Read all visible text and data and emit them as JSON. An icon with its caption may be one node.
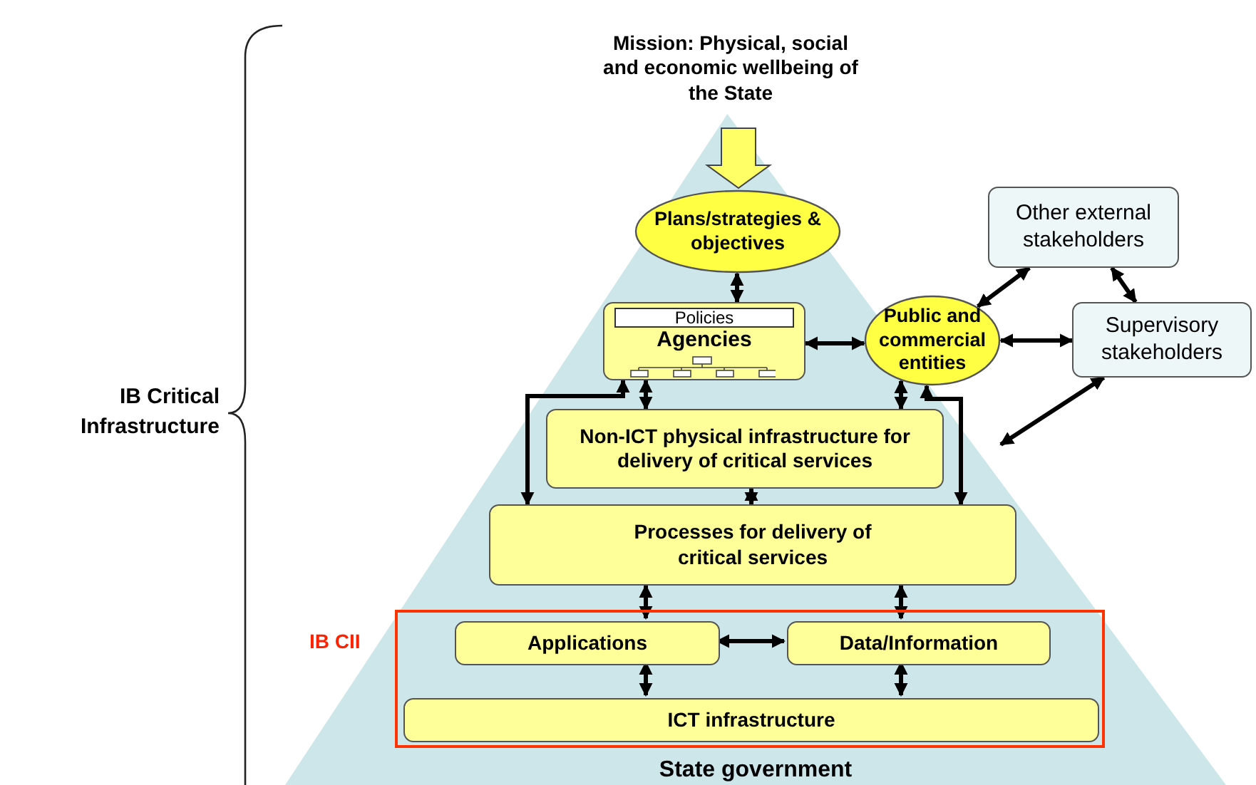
{
  "diagram": {
    "nodes": [
      {
        "text": [
          "Mission: Physical, social and economic wellbeing of the State"
        ]
      },
      {
        "text": [
          "State government"
        ]
      },
      {
        "text": [
          "Plans/strategies & objectives"
        ],
        "in": 1
      },
      {
        "text": [
          "Policies",
          "Agencies"
        ],
        "in": 1
      },
      {
        "text": [
          "Public and commercial entities"
        ]
      },
      {
        "text": [
          "Other external stakeholders"
        ]
      },
      {
        "text": [
          "Supervisory stakeholders"
        ]
      },
      {
        "text": [
          "Non-ICT physical infrastructure for delivery of critical services"
        ],
        "in": 1
      },
      {
        "text": [
          "Processes for delivery of critical services"
        ],
        "in": 1
      },
      {
        "text": [
          "IB CII"
        ],
        "in": 1
      },
      {
        "text": [
          "Applications"
        ],
        "in": 9
      },
      {
        "text": [
          "Data/Information"
        ],
        "in": 9
      },
      {
        "text": [
          "ICT infrastructure"
        ],
        "in": 9
      }
    ],
    "edges": [
      {
        "from": 0,
        "to": 2,
        "arrow": "to",
        "style": "thick",
        "color": "#ffff66"
      },
      {
        "from": 2,
        "to": 3,
        "arrow": "both"
      },
      {
        "from": 3,
        "to": 4,
        "arrow": "both"
      },
      {
        "from": 4,
        "to": 5,
        "arrow": "both"
      },
      {
        "from": 4,
        "to": 6,
        "arrow": "both"
      },
      {
        "from": 5,
        "to": 6,
        "arrow": "both"
      },
      {
        "from": 6,
        "to": 1,
        "arrow": "both"
      },
      {
        "from": 3,
        "to": 7,
        "arrow": "both"
      },
      {
        "from": 3,
        "to": 8,
        "arrow": "both"
      },
      {
        "from": 4,
        "to": 7,
        "arrow": "both"
      },
      {
        "from": 4,
        "to": 8,
        "arrow": "both"
      },
      {
        "from": 7,
        "to": 8,
        "arrow": "both"
      },
      {
        "from": 8,
        "to": 10,
        "arrow": "both"
      },
      {
        "from": 8,
        "to": 11,
        "arrow": "both"
      },
      {
        "from": 10,
        "to": 11,
        "arrow": "both"
      },
      {
        "from": 10,
        "to": 12,
        "arrow": "both"
      },
      {
        "from": 11,
        "to": 12,
        "arrow": "both"
      }
    ],
    "labels": [
      "IB Critical Infrastructure"
    ]
  }
}
